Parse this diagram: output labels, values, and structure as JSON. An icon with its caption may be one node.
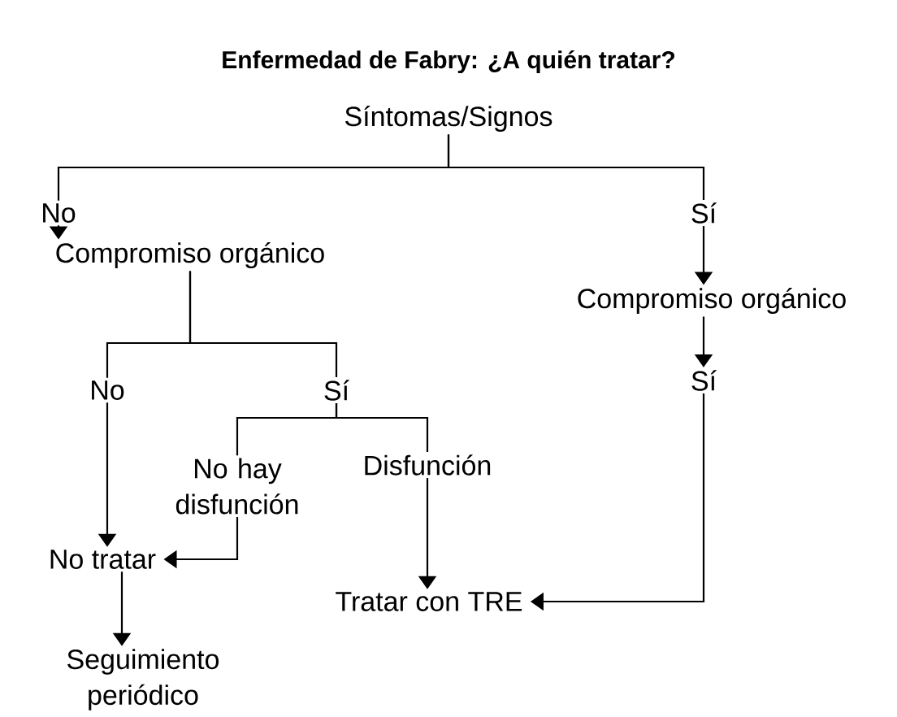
{
  "diagram": {
    "title": "Enfermedad de Fabry: ¿A quién tratar?",
    "nodes": [
      {
        "text": [
          "Síntomas/Signos"
        ]
      },
      {
        "text": [
          "No"
        ]
      },
      {
        "text": [
          "Sí"
        ]
      },
      {
        "text": [
          "Compromiso orgánico"
        ]
      },
      {
        "text": [
          "Compromiso orgánico"
        ]
      },
      {
        "text": [
          "No"
        ]
      },
      {
        "text": [
          "Sí"
        ]
      },
      {
        "text": [
          "Sí"
        ]
      },
      {
        "text": [
          "No hay disfunción"
        ]
      },
      {
        "text": [
          "Disfunción"
        ]
      },
      {
        "text": [
          "No tratar"
        ]
      },
      {
        "text": [
          "Tratar con TRE"
        ]
      },
      {
        "text": [
          "Seguimiento periódico"
        ]
      }
    ],
    "edges": [
      {
        "from": 0,
        "to": 1,
        "arrow": "none"
      },
      {
        "from": 0,
        "to": 2,
        "arrow": "none"
      },
      {
        "from": 1,
        "to": 3,
        "arrow": "to"
      },
      {
        "from": 2,
        "to": 4,
        "arrow": "to"
      },
      {
        "from": 3,
        "to": 5,
        "arrow": "none"
      },
      {
        "from": 3,
        "to": 6,
        "arrow": "none"
      },
      {
        "from": 4,
        "to": 7,
        "arrow": "to"
      },
      {
        "from": 6,
        "to": 8,
        "arrow": "none"
      },
      {
        "from": 6,
        "to": 9,
        "arrow": "none"
      },
      {
        "from": 5,
        "to": 10,
        "arrow": "to"
      },
      {
        "from": 8,
        "to": 10,
        "arrow": "to"
      },
      {
        "from": 9,
        "to": 11,
        "arrow": "to"
      },
      {
        "from": 7,
        "to": 11,
        "arrow": "to"
      },
      {
        "from": 10,
        "to": 12,
        "arrow": "to"
      }
    ]
  }
}
